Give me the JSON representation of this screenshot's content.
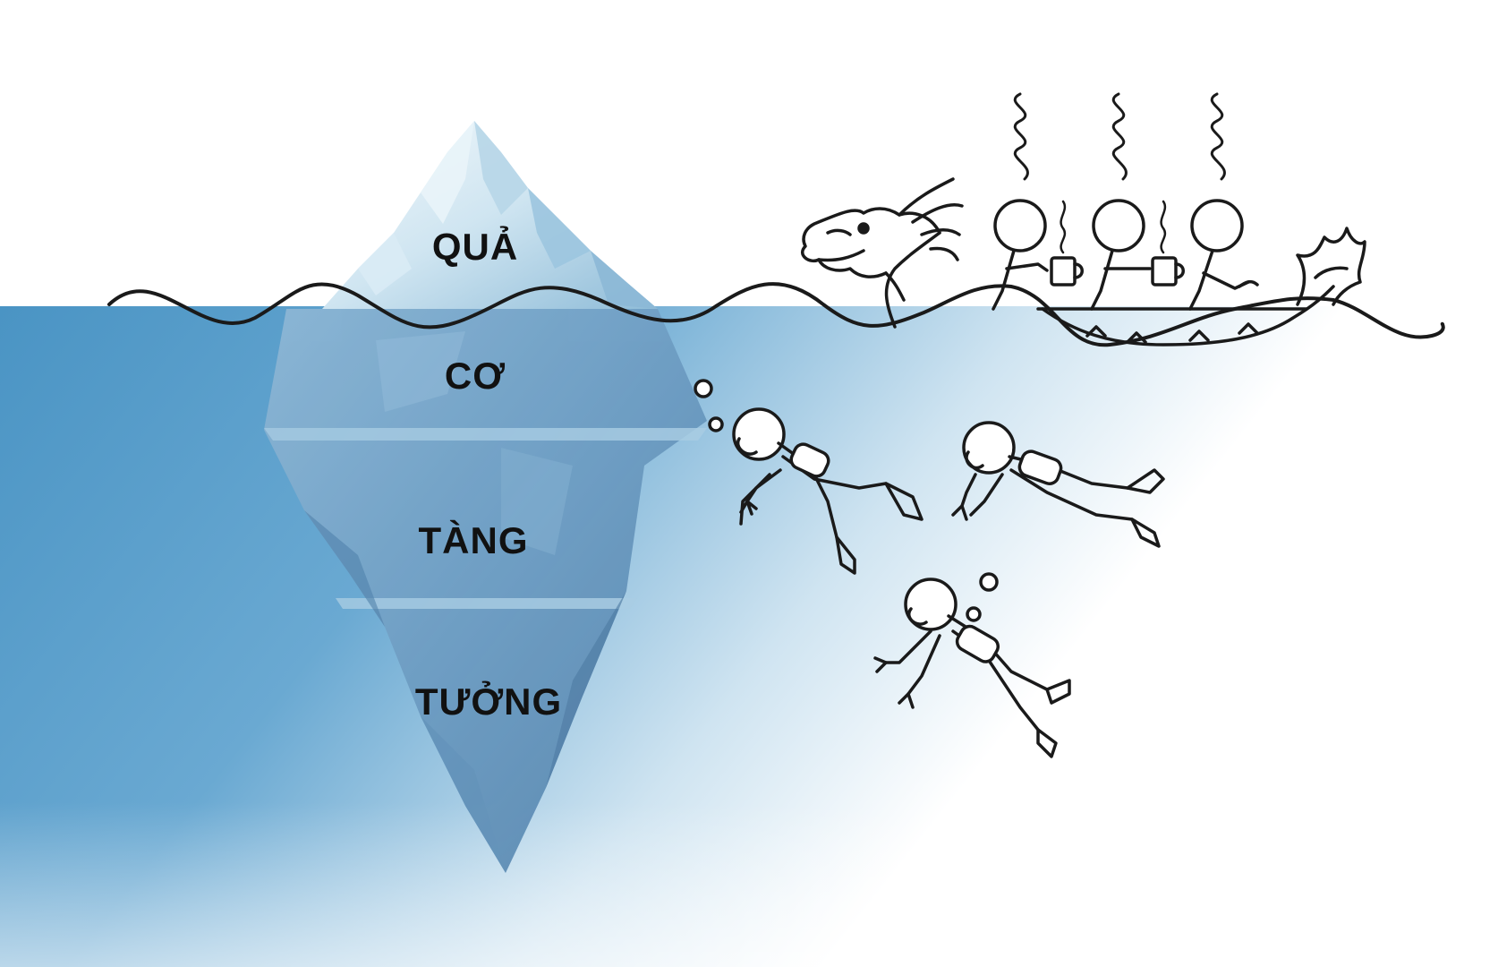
{
  "layers": [
    {
      "id": "top",
      "label": "QUẢ"
    },
    {
      "id": "second",
      "label": "CƠ"
    },
    {
      "id": "third",
      "label": "TÀNG"
    },
    {
      "id": "bottom",
      "label": "TƯỞNG"
    }
  ],
  "colors": {
    "water_deep": "#4a94c4",
    "water_light": "#cfe4f1",
    "ice_light": "#e8f3f9",
    "ice_mid": "#a9cfe3",
    "ice_dark": "#5d8fb6",
    "ink": "#1a1a1a"
  },
  "icons": [
    "iceberg-icon",
    "wave-line-icon",
    "dragon-boat-icon",
    "stick-figure-icon",
    "steaming-cup-icon",
    "scuba-diver-icon",
    "bubble-icon"
  ]
}
